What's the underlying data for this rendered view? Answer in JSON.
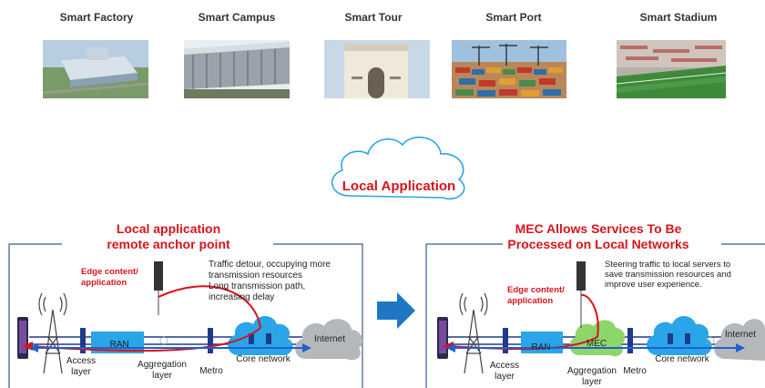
{
  "scenes": [
    {
      "label": "Smart Factory",
      "icon": "factory-photo"
    },
    {
      "label": "Smart Campus",
      "icon": "campus-photo"
    },
    {
      "label": "Smart Tour",
      "icon": "tour-photo"
    },
    {
      "label": "Smart Port",
      "icon": "port-photo"
    },
    {
      "label": "Smart Stadium",
      "icon": "stadium-photo"
    }
  ],
  "cloud": {
    "label": "Local Application"
  },
  "left": {
    "title_line1": "Local application",
    "title_line2": "remote anchor point",
    "note": [
      "Traffic detour, occupying more",
      "transmission resources",
      "Long transmission path,",
      "increasing delay"
    ],
    "edge_line1": "Edge content/",
    "edge_line2": "application",
    "ran": "RAN",
    "internet": "Internet",
    "core": "Core network",
    "access_line1": "Access",
    "access_line2": "layer",
    "agg_line1": "Aggregation",
    "agg_line2": "layer",
    "metro": "Metro"
  },
  "right": {
    "title_line1": "MEC Allows Services To Be",
    "title_line2": "Processed on Local Networks",
    "note": [
      "Steering traffic to local servers to",
      "save transmission resources and",
      "improve user experience."
    ],
    "edge_line1": "Edge content/",
    "edge_line2": "application",
    "ran": "RAN",
    "mec": "MEC",
    "internet": "Internet",
    "core": "Core network",
    "access_line1": "Access",
    "access_line2": "layer",
    "agg_line1": "Aggregation",
    "agg_line2": "layer",
    "metro": "Metro"
  },
  "colors": {
    "accent_red": "#d6141c",
    "blue": "#1f7fd0",
    "cloud_blue": "#2aa6e8",
    "mec_green": "#8fd66a",
    "arrow_blue": "#1f77c4"
  }
}
